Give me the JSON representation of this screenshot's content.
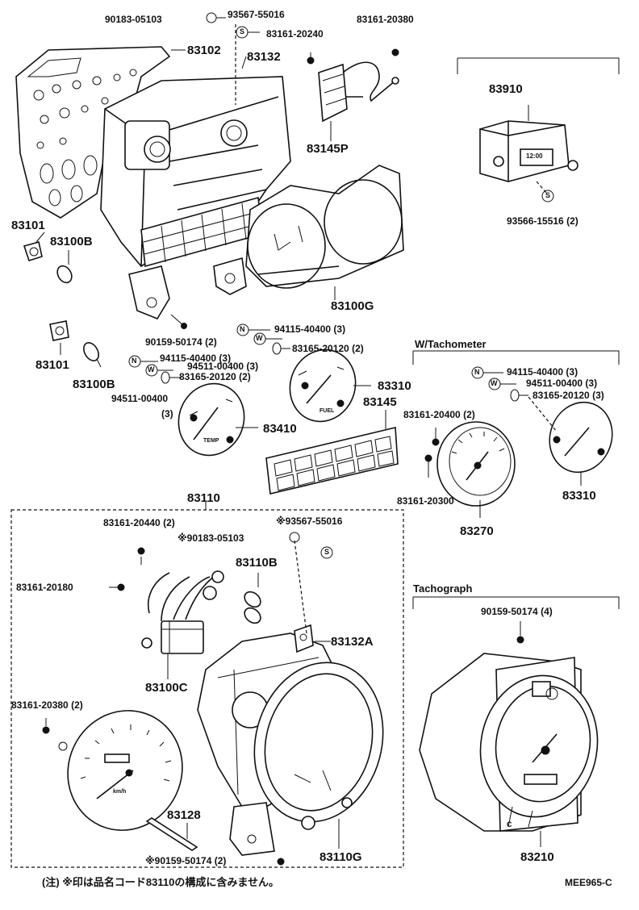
{
  "labels": {
    "l_90183_05103": "90183-05103",
    "l_93567_55016": "93567-55016",
    "l_83161_20240": "83161-20240",
    "l_83161_20380_top": "83161-20380",
    "l_83102": "83102",
    "l_83132": "83132",
    "l_83145P": "83145P",
    "l_83910": "83910",
    "l_93566_15516": "93566-15516 (2)",
    "l_83101_a": "83101",
    "l_83100B_a": "83100B",
    "l_83100G": "83100G",
    "l_90159_50174_a": "90159-50174 (2)",
    "l_94115_40400_a": "94115-40400 (3)",
    "l_83165_20120_a": "83165-20120 (2)",
    "l_94115_40400_b": "94115-40400 (3)",
    "l_94511_00400_a": "94511-00400 (3)",
    "l_83165_20120_b": "83165-20120 (2)",
    "l_94511_00400_b": "94511-00400",
    "l_3": "(3)",
    "l_83101_b": "83101",
    "l_83100B_b": "83100B",
    "l_83310_a": "83310",
    "l_83145": "83145",
    "l_83410": "83410",
    "l_94115_40400_c": "94115-40400 (3)",
    "l_94511_00400_c": "94511-00400 (3)",
    "l_83165_20120_c": "83165-20120 (3)",
    "l_83161_20400": "83161-20400 (2)",
    "l_83161_20300": "83161-20300",
    "l_83270": "83270",
    "l_83310_b": "83310",
    "l_83110": "83110",
    "l_83161_20440": "83161-20440 (2)",
    "l_x93567_55016": "※93567-55016",
    "l_x90183_05103": "※90183-05103",
    "l_83161_20180": "83161-20180",
    "l_83110B": "83110B",
    "l_83132A": "83132A",
    "l_83100C": "83100C",
    "l_83161_20380_b": "83161-20380 (2)",
    "l_83128": "83128",
    "l_x90159_50174": "※90159-50174 (2)",
    "l_83110G": "83110G",
    "l_90159_50174_4": "90159-50174 (4)",
    "l_83210": "83210",
    "l_code": "MEE965-C"
  },
  "sections": {
    "tachometer": "W/Tachometer",
    "tachograph": "Tachograph"
  },
  "note": "(注) ※印は品名コード83110の構成に含みません。",
  "markers": {
    "n": "N",
    "w": "W",
    "s": "S"
  },
  "gauge_text": {
    "clock": "12:00",
    "fuel": "FUEL",
    "temp": "TEMP",
    "kmh": "km/h",
    "c": "C"
  }
}
